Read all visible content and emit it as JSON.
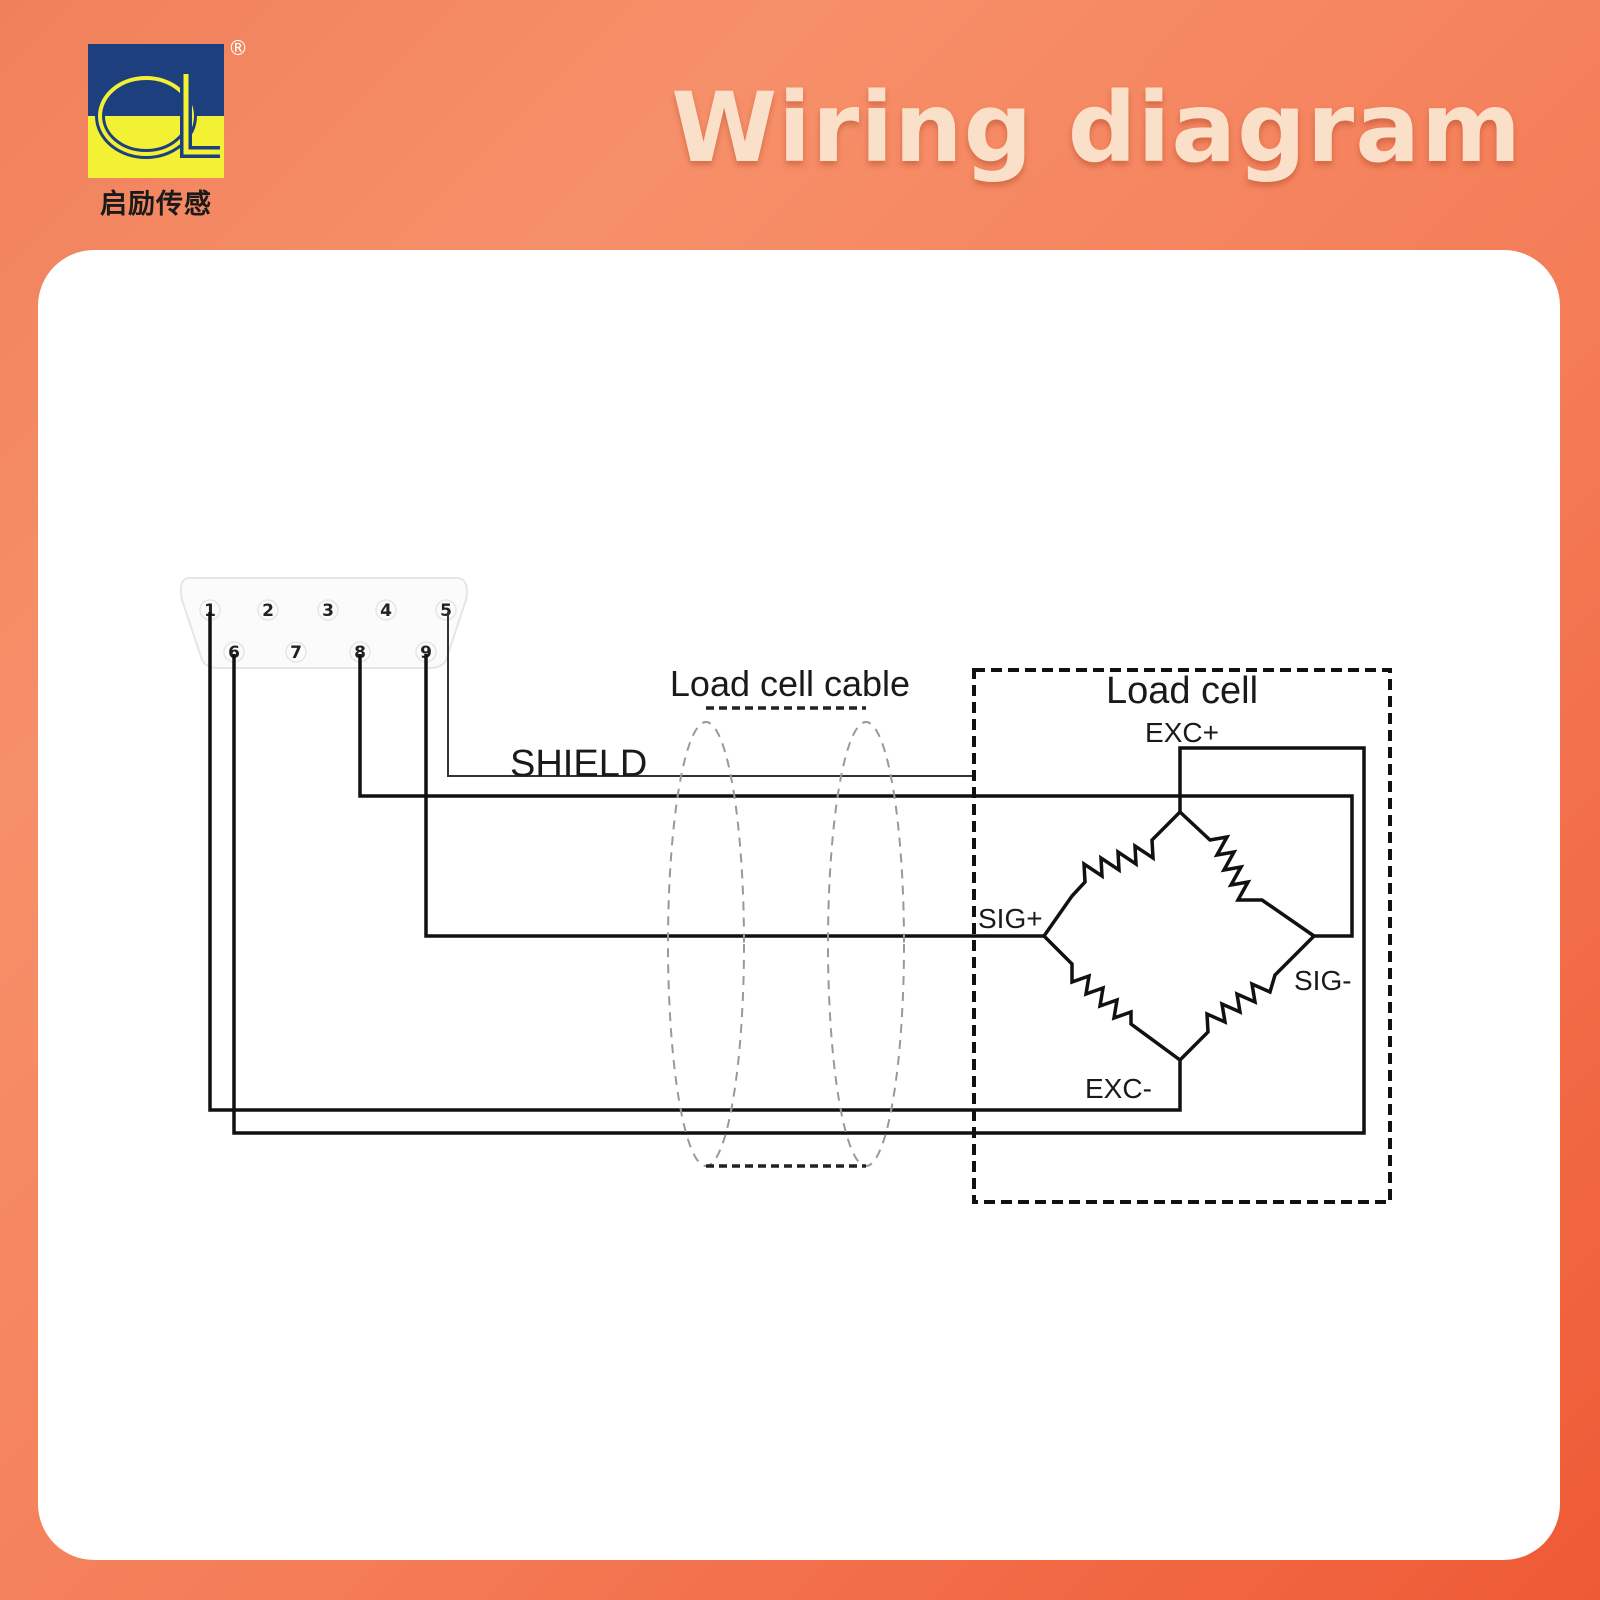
{
  "brand": {
    "mark": "QL",
    "registered": "®",
    "name_cn": "启励传感",
    "colors": {
      "navy": "#1d3f7e",
      "yellow": "#f3f134"
    }
  },
  "header": {
    "title": "Wiring diagram"
  },
  "diagram": {
    "connector_pins": [
      "1",
      "2",
      "3",
      "4",
      "5",
      "6",
      "7",
      "8",
      "9"
    ],
    "labels": {
      "shield": "SHIELD",
      "cable": "Load cell cable",
      "load_cell": "Load cell",
      "exc_plus": "EXC+",
      "exc_minus": "EXC-",
      "sig_plus": "SIG+",
      "sig_minus": "SIG-"
    }
  }
}
